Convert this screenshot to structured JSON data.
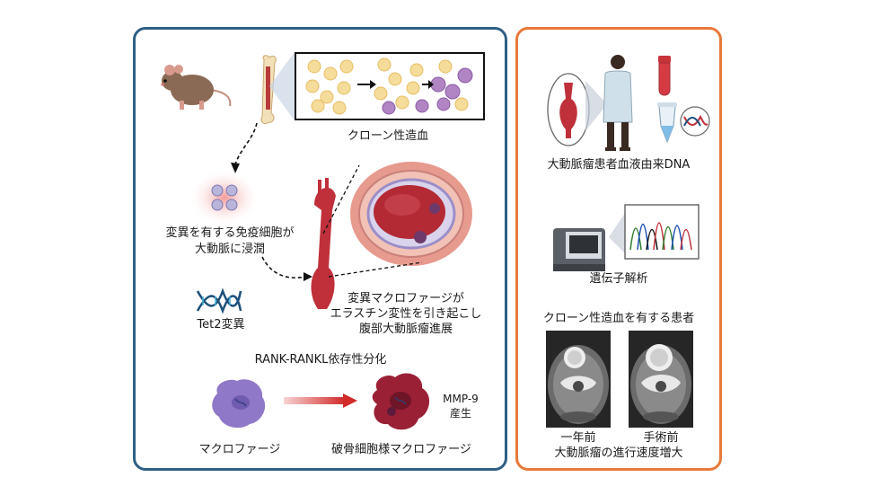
{
  "left": {
    "clonal_hematopoiesis": "クローン性造血",
    "infiltration_line1": "変異を有する免疫細胞が",
    "infiltration_line2": "大動脈に浸潤",
    "tet2": "Tet2変異",
    "macrophage_effect_line1": "変異マクロファージが",
    "macrophage_effect_line2": "エラスチン変性を引き起こし",
    "macrophage_effect_line3": "腹部大動脈瘤進展",
    "rank": "RANK-RANKL依存性分化",
    "macrophage": "マクロファージ",
    "osteoclast_like": "破骨細胞様マクロファージ",
    "mmp9_line1": "MMP-9",
    "mmp9_line2": "産生"
  },
  "right": {
    "patient_dna": "大動脈瘤患者血液由来DNA",
    "genetic_analysis": "遺伝子解析",
    "ch_patient": "クローン性造血を有する患者",
    "one_year_before": "一年前",
    "before_surgery": "手術前",
    "growth": "大動脈瘤の進行速度増大"
  },
  "colors": {
    "left_border": "#2f5f84",
    "right_border": "#e8793a",
    "aorta_red": "#c0303a",
    "macrophage_purple": "#8f78c8",
    "osteoclast_red": "#9a2035"
  }
}
